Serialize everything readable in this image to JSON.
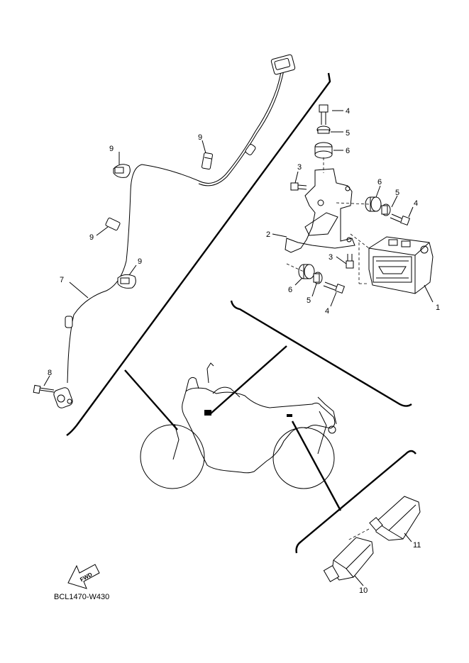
{
  "diagram_code": "BCL1470-W430",
  "fwd_label": "FWD",
  "callouts": {
    "p1": "1",
    "p2": "2",
    "p3a": "3",
    "p3b": "3",
    "p4a": "4",
    "p4b": "4",
    "p4c": "4",
    "p5a": "5",
    "p5b": "5",
    "p5c": "5",
    "p6a": "6",
    "p6b": "6",
    "p6c": "6",
    "p7": "7",
    "p8": "8",
    "p9a": "9",
    "p9b": "9",
    "p9c": "9",
    "p9d": "9",
    "p10": "10",
    "p11": "11"
  }
}
